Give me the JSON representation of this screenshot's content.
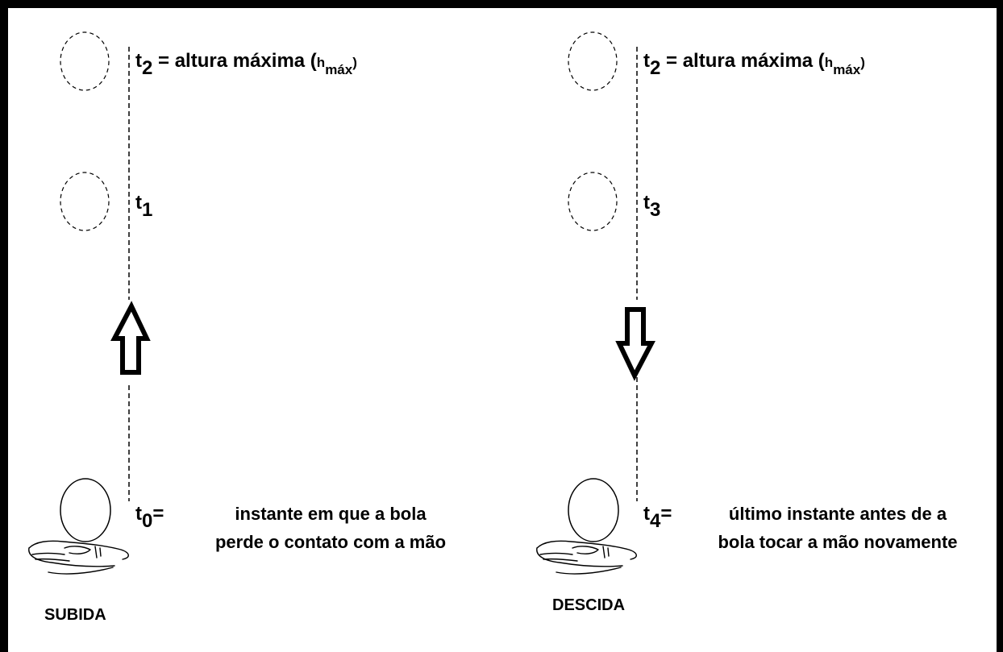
{
  "subida": {
    "t2": {
      "t": "t",
      "sub": "2",
      "text": " = altura máxima (",
      "h": "h",
      "hsub": "máx",
      "close": ")"
    },
    "t1": {
      "t": "t",
      "sub": "1"
    },
    "t0": {
      "t": "t",
      "sub": "0",
      "eq": "="
    },
    "desc_line1": "instante em que a bola",
    "desc_line2": "perde o contato com a mão",
    "phase_label": "SUBIDA",
    "arrow_direction": "up"
  },
  "descida": {
    "t2": {
      "t": "t",
      "sub": "2",
      "text": " = altura máxima (",
      "h": "h",
      "hsub": "máx",
      "close": ")"
    },
    "t3": {
      "t": "t",
      "sub": "3"
    },
    "t4": {
      "t": "t",
      "sub": "4",
      "eq": "="
    },
    "desc_line1": "último instante antes de a",
    "desc_line2": "bola tocar a mão novamente",
    "phase_label": "DESCIDA",
    "arrow_direction": "down"
  }
}
